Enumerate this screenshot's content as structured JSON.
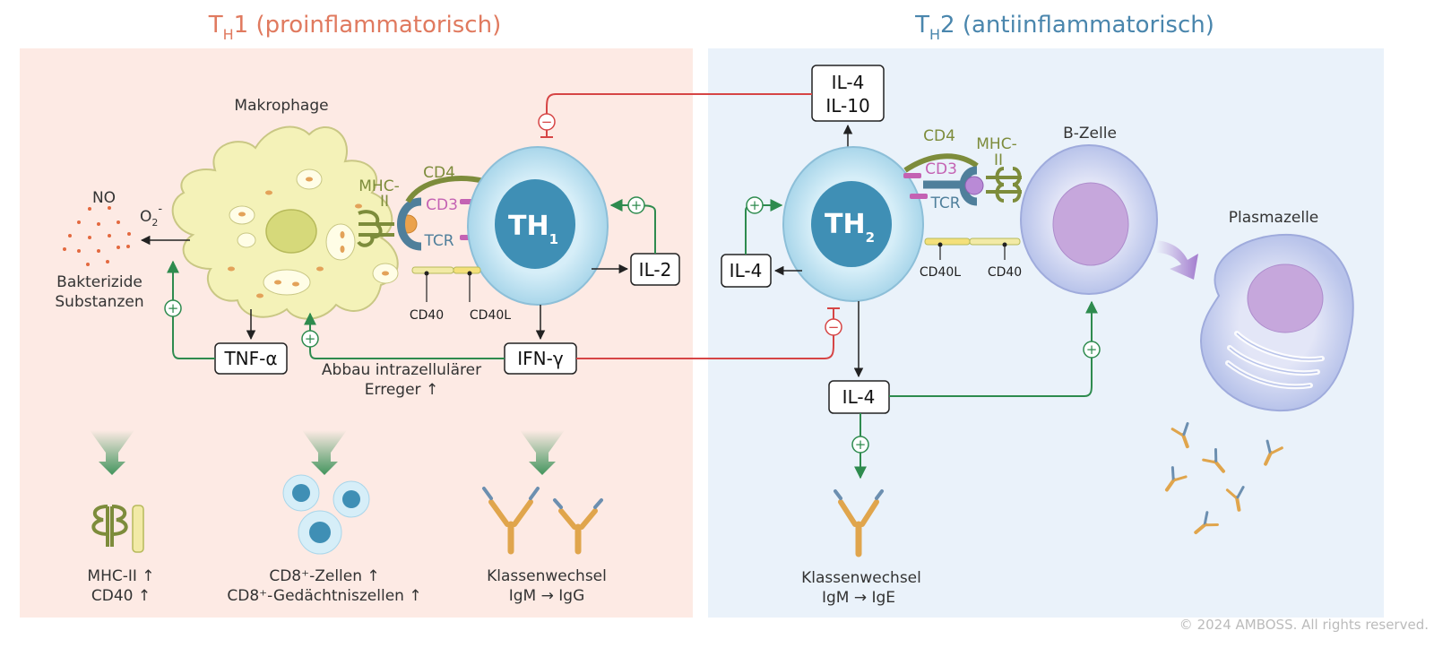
{
  "titles": {
    "th1": {
      "main": "T",
      "sub": "H",
      "rest": "1 (proinflammatorisch)",
      "color": "#e07a5f"
    },
    "th2": {
      "main": "T",
      "sub": "H",
      "rest": "2 (antiinflammatorisch)",
      "color": "#4a86ad"
    }
  },
  "colors": {
    "th1_bg": "#fdeae4",
    "th2_bg": "#eaf2fa",
    "activate": "#2e8b4e",
    "inhibit": "#d64545",
    "mhc": "#7d8c3b",
    "cd3": "#c462b3",
    "tcr": "#4f7f9b"
  },
  "left": {
    "makrophage": "Makrophage",
    "no": "NO",
    "o2": "O",
    "o2_sub": "2",
    "o2_sup": "-",
    "bakterizide_1": "Bakterizide",
    "bakterizide_2": "Substanzen",
    "mhc_1": "MHC-",
    "mhc_2": "II",
    "cd4": "CD4",
    "cd3": "CD3",
    "tcr": "TCR",
    "th_main": "TH",
    "th_sub": "1",
    "cd40": "CD40",
    "cd40l": "CD40L",
    "il2": "IL-2",
    "tnf": "TNF-α",
    "ifn": "IFN-γ",
    "abbau_1": "Abbau intrazellulärer",
    "abbau_2": "Erreger ↑",
    "plus": "+",
    "minus": "−",
    "out1_1": "MHC-II ↑",
    "out1_2": "CD40 ↑",
    "out2_1": "CD8⁺-Zellen ↑",
    "out2_2": "CD8⁺-Gedächtniszellen ↑",
    "out3_1": "Klassenwechsel",
    "out3_2": "IgM → IgG"
  },
  "right": {
    "il4_il10_1": "IL-4",
    "il4_il10_2": "IL-10",
    "cd4": "CD4",
    "mhc_1": "MHC-",
    "mhc_2": "II",
    "cd3": "CD3",
    "tcr": "TCR",
    "bzelle": "B-Zelle",
    "plasmazelle": "Plasmazelle",
    "th_main": "TH",
    "th_sub": "2",
    "il4_left": "IL-4",
    "cd40l": "CD40L",
    "cd40": "CD40",
    "il4_bottom": "IL-4",
    "plus": "+",
    "minus": "−",
    "out_1": "Klassenwechsel",
    "out_2": "IgM → IgE"
  },
  "copyright": "© 2024 AMBOSS. All rights reserved."
}
